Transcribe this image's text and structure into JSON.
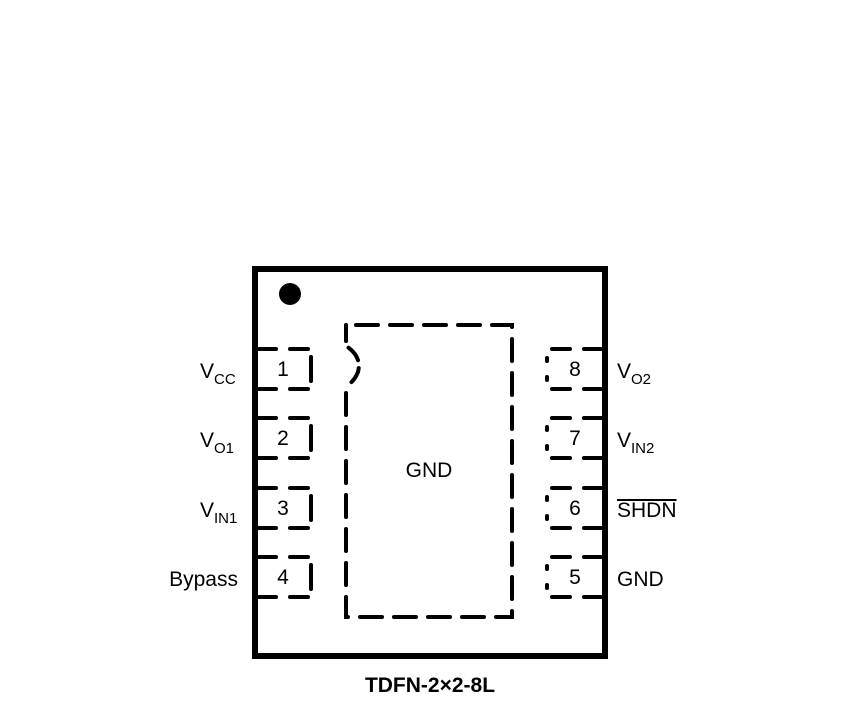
{
  "package": {
    "name": "TDFN-2×2-8L",
    "center_pad_label": "GND"
  },
  "pins": {
    "left": [
      {
        "number": "1",
        "label_main": "V",
        "label_sub": "CC"
      },
      {
        "number": "2",
        "label_main": "V",
        "label_sub": "O1"
      },
      {
        "number": "3",
        "label_main": "V",
        "label_sub": "IN1"
      },
      {
        "number": "4",
        "label_main": "Bypass",
        "label_sub": ""
      }
    ],
    "right": [
      {
        "number": "8",
        "label_main": "V",
        "label_sub": "O2",
        "overbar": false
      },
      {
        "number": "7",
        "label_main": "V",
        "label_sub": "IN2",
        "overbar": false
      },
      {
        "number": "6",
        "label_main": "SHDN",
        "label_sub": "",
        "overbar": true
      },
      {
        "number": "5",
        "label_main": "GND",
        "label_sub": "",
        "overbar": false
      }
    ]
  }
}
